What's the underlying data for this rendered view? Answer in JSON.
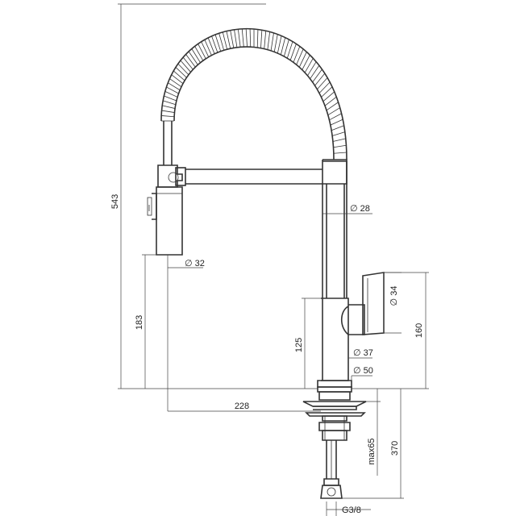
{
  "dimensions": {
    "total_height": "543",
    "spray_diameter": "∅ 32",
    "spray_height": "183",
    "reach": "228",
    "spout_diameter": "∅ 28",
    "handle_diameter": "∅ 34",
    "body_height": "125",
    "body_diameter": "∅ 37",
    "base_diameter": "∅ 50",
    "handle_height": "160",
    "max_deck_thickness": "max65",
    "hose_length": "370",
    "connection_thread": "G3/8"
  },
  "colors": {
    "line": "#333333",
    "background": "#ffffff"
  }
}
